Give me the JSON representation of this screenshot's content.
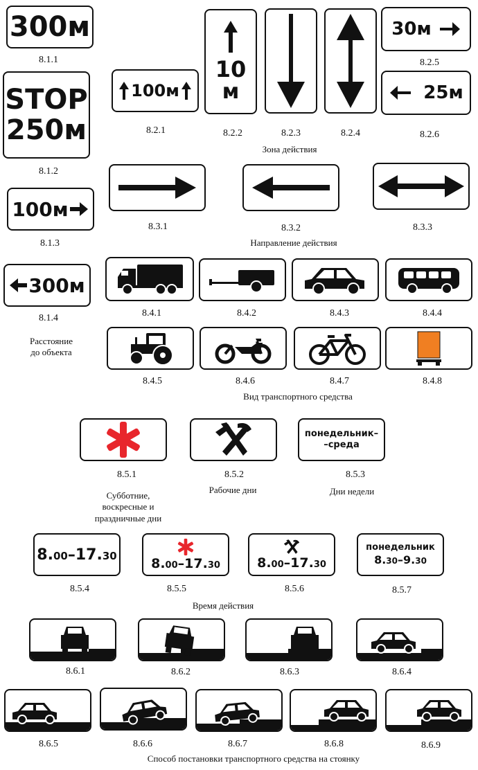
{
  "plates": {
    "p811": {
      "code": "8.1.1",
      "text": "300м"
    },
    "p812": {
      "code": "8.1.2",
      "line1": "STOP",
      "line2": "250м"
    },
    "p813": {
      "code": "8.1.3",
      "text": "100м"
    },
    "p814": {
      "code": "8.1.4",
      "text": "300м"
    },
    "p821": {
      "code": "8.2.1",
      "text": "100м"
    },
    "p822": {
      "code": "8.2.2",
      "line1": "10",
      "line2": "м"
    },
    "p823": {
      "code": "8.2.3"
    },
    "p824": {
      "code": "8.2.4"
    },
    "p825": {
      "code": "8.2.5",
      "text": "30м"
    },
    "p826": {
      "code": "8.2.6",
      "text": "25м"
    },
    "p831": {
      "code": "8.3.1"
    },
    "p832": {
      "code": "8.3.2"
    },
    "p833": {
      "code": "8.3.3"
    },
    "p841": {
      "code": "8.4.1"
    },
    "p842": {
      "code": "8.4.2"
    },
    "p843": {
      "code": "8.4.3"
    },
    "p844": {
      "code": "8.4.4"
    },
    "p845": {
      "code": "8.4.5"
    },
    "p846": {
      "code": "8.4.6"
    },
    "p847": {
      "code": "8.4.7"
    },
    "p848": {
      "code": "8.4.8"
    },
    "p851": {
      "code": "8.5.1"
    },
    "p852": {
      "code": "8.5.2"
    },
    "p853": {
      "code": "8.5.3",
      "line1": "понедельник–",
      "line2": "–среда"
    },
    "p854": {
      "code": "8.5.4",
      "from": "8.",
      "fromSup": "00",
      "dash": "–",
      "to": "17.",
      "toSup": "30"
    },
    "p855": {
      "code": "8.5.5",
      "from": "8.",
      "fromSup": "00",
      "dash": "–",
      "to": "17.",
      "toSup": "30"
    },
    "p856": {
      "code": "8.5.6",
      "from": "8.",
      "fromSup": "00",
      "dash": "–",
      "to": "17.",
      "toSup": "30"
    },
    "p857": {
      "code": "8.5.7",
      "line1": "понедельник",
      "from": "8.",
      "fromSup": "30",
      "dash": "–",
      "to": "9.",
      "toSup": "30"
    },
    "p861": {
      "code": "8.6.1"
    },
    "p862": {
      "code": "8.6.2"
    },
    "p863": {
      "code": "8.6.3"
    },
    "p864": {
      "code": "8.6.4"
    },
    "p865": {
      "code": "8.6.5"
    },
    "p866": {
      "code": "8.6.6"
    },
    "p867": {
      "code": "8.6.7"
    },
    "p868": {
      "code": "8.6.8"
    },
    "p869": {
      "code": "8.6.9"
    }
  },
  "captions": {
    "distance": [
      "Расстояние",
      "до объекта"
    ],
    "zone": "Зона действия",
    "direction": "Направление действия",
    "vehicle": "Вид транспортного средства",
    "weekend": [
      "Субботние,",
      "воскресные и",
      "праздничные дни"
    ],
    "workdays": "Рабочие дни",
    "weekdays": "Дни недели",
    "time": "Время действия",
    "parking": "Способ постановки транспортного средства на стоянку"
  },
  "colors": {
    "ink": "#111111",
    "star_red": "#e8262c",
    "hazard_orange": "#f07f22"
  }
}
